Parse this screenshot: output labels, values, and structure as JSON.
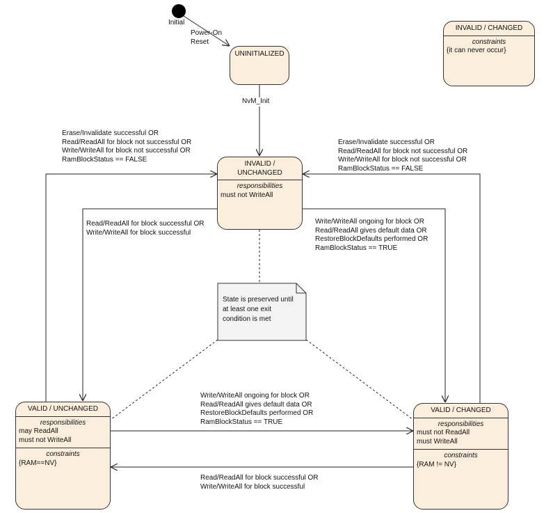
{
  "initial_label": "Initial",
  "transitions": {
    "power_on": [
      "Power-On",
      "Reset"
    ],
    "nvm_init": "NvM_Init",
    "left_back": [
      "Erase/Invalidate successful OR",
      "Read/ReadAll for block not successful OR",
      "Write/WriteAll for block not successful OR",
      "RamBlockStatus == FALSE"
    ],
    "right_back": [
      "Erase/Invalidate successful OR",
      "Read/ReadAll for block not successful OR",
      "Write/WriteAll for block not successful OR",
      "RamBlockStatus == FALSE"
    ],
    "to_valid_unchanged": [
      "Read/ReadAll for block successful OR",
      "Write/WriteAll for block successful"
    ],
    "to_valid_changed": [
      "Write/WriteAll ongoing for block OR",
      "Read/ReadAll gives default data OR",
      "RestoreBlockDefaults performed OR",
      "RamBlockStatus == TRUE"
    ],
    "vu_to_vc": [
      "Write/WriteAll ongoing for block OR",
      "Read/ReadAll gives default data OR",
      "RestoreBlockDefaults performed OR",
      "RamBlockStatus == TRUE"
    ],
    "vc_to_vu": [
      "Read/ReadAll for block successful OR",
      "Write/WriteAll for block successful"
    ]
  },
  "states": {
    "uninitialized": {
      "title": "UNINITIALIZED"
    },
    "invalid_unchanged": {
      "title": [
        "INVALID /",
        "UNCHANGED"
      ],
      "responsibilities_title": "responsibilities",
      "responsibilities": [
        "must not WriteAll"
      ]
    },
    "invalid_changed": {
      "title": "INVALID / CHANGED",
      "constraints_title": "constraints",
      "constraints": [
        "{it can never occur}"
      ]
    },
    "valid_unchanged": {
      "title": "VALID / UNCHANGED",
      "responsibilities_title": "responsibilities",
      "responsibilities": [
        "may ReadAll",
        "must not WriteAll"
      ],
      "constraints_title": "constraints",
      "constraints": [
        "{RAM==NV}"
      ]
    },
    "valid_changed": {
      "title": "VALID / CHANGED",
      "responsibilities_title": "responsibilities",
      "responsibilities": [
        "must not ReadAll",
        "must WriteAll"
      ],
      "constraints_title": "constraints",
      "constraints": [
        "{RAM != NV}"
      ]
    }
  },
  "note": {
    "text": "State is preserved until at least one exit condition is met"
  }
}
